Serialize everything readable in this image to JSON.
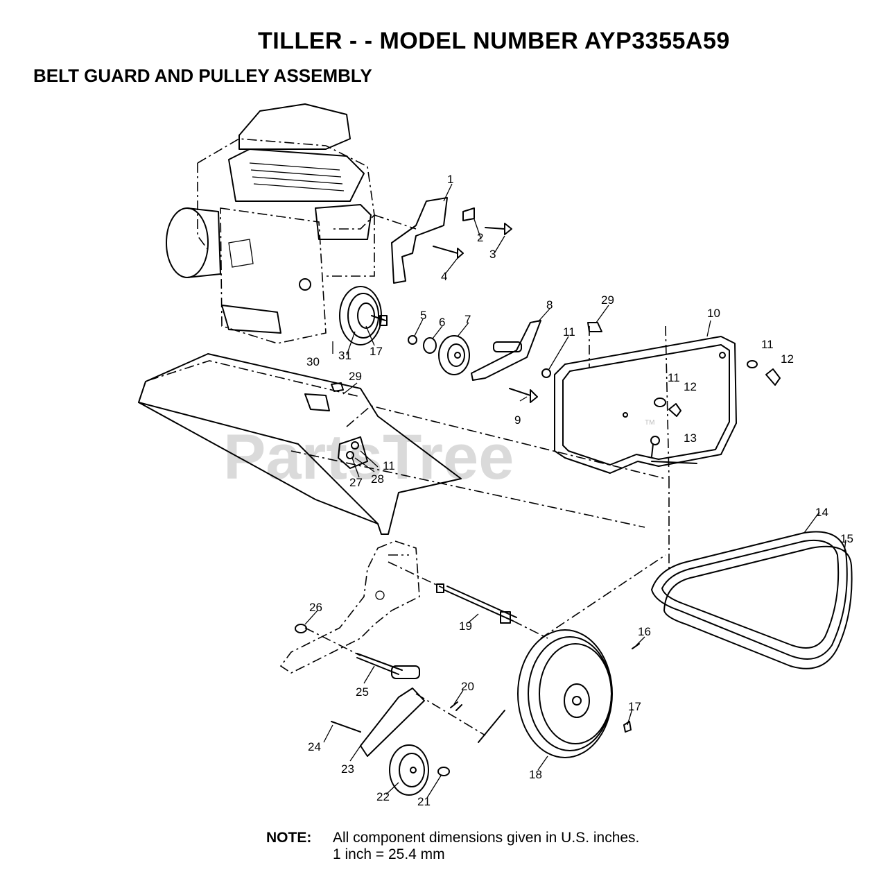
{
  "header": {
    "title": "TILLER - - MODEL NUMBER AYP3355A59",
    "subtitle": "BELT GUARD AND PULLEY ASSEMBLY"
  },
  "watermark": {
    "text": "PartsTree",
    "tm": "TM"
  },
  "note": {
    "label": "NOTE:",
    "line1": "All component dimensions given in U.S. inches.",
    "line2": "1 inch = 25.4 mm"
  },
  "callouts": {
    "c1": "1",
    "c2": "2",
    "c3": "3",
    "c4": "4",
    "c5": "5",
    "c6": "6",
    "c7": "7",
    "c8": "8",
    "c9": "9",
    "c10": "10",
    "c11a": "11",
    "c11b": "11",
    "c11c": "11",
    "c11d": "11",
    "c12a": "12",
    "c12b": "12",
    "c13": "13",
    "c14": "14",
    "c15": "15",
    "c16": "16",
    "c17a": "17",
    "c17b": "17",
    "c18": "18",
    "c19": "19",
    "c20": "20",
    "c21": "21",
    "c22": "22",
    "c23": "23",
    "c24": "24",
    "c25": "25",
    "c26": "26",
    "c27": "27",
    "c28": "28",
    "c29a": "29",
    "c29b": "29",
    "c30": "30",
    "c31": "31"
  }
}
